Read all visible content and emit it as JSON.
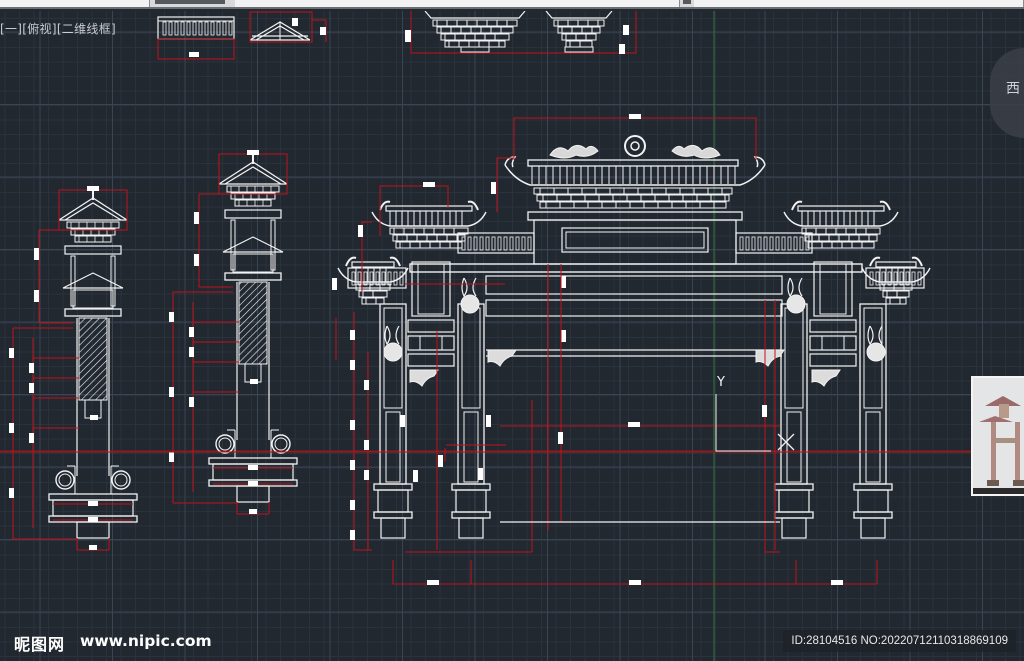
{
  "app": {
    "viewport_label": "[一][俯视][二维线框]",
    "viewcube_label": "西",
    "ucs_icon_label": "Y"
  },
  "colors": {
    "background": "#212830",
    "grid_minor": "#2a323c",
    "grid_major": "#3a4452",
    "geometry": "#f2f2f2",
    "dimension": "#c0121c",
    "axis_y": "#2f7a3a",
    "axis_x": "#8a1a1f"
  },
  "drawing": {
    "title": "牌坊 立面图",
    "views": [
      "top-detail-railing",
      "top-detail-gable",
      "top-detail-bracket-left",
      "top-detail-bracket-right",
      "column-elevation-left",
      "column-elevation-right",
      "archway-front-elevation"
    ]
  },
  "reference_photo": {
    "subject": "archway-photo"
  },
  "watermark": {
    "logo": "昵图网",
    "url": "www.nipic.com",
    "id": "ID:28104516 NO:20220712110318869109"
  }
}
